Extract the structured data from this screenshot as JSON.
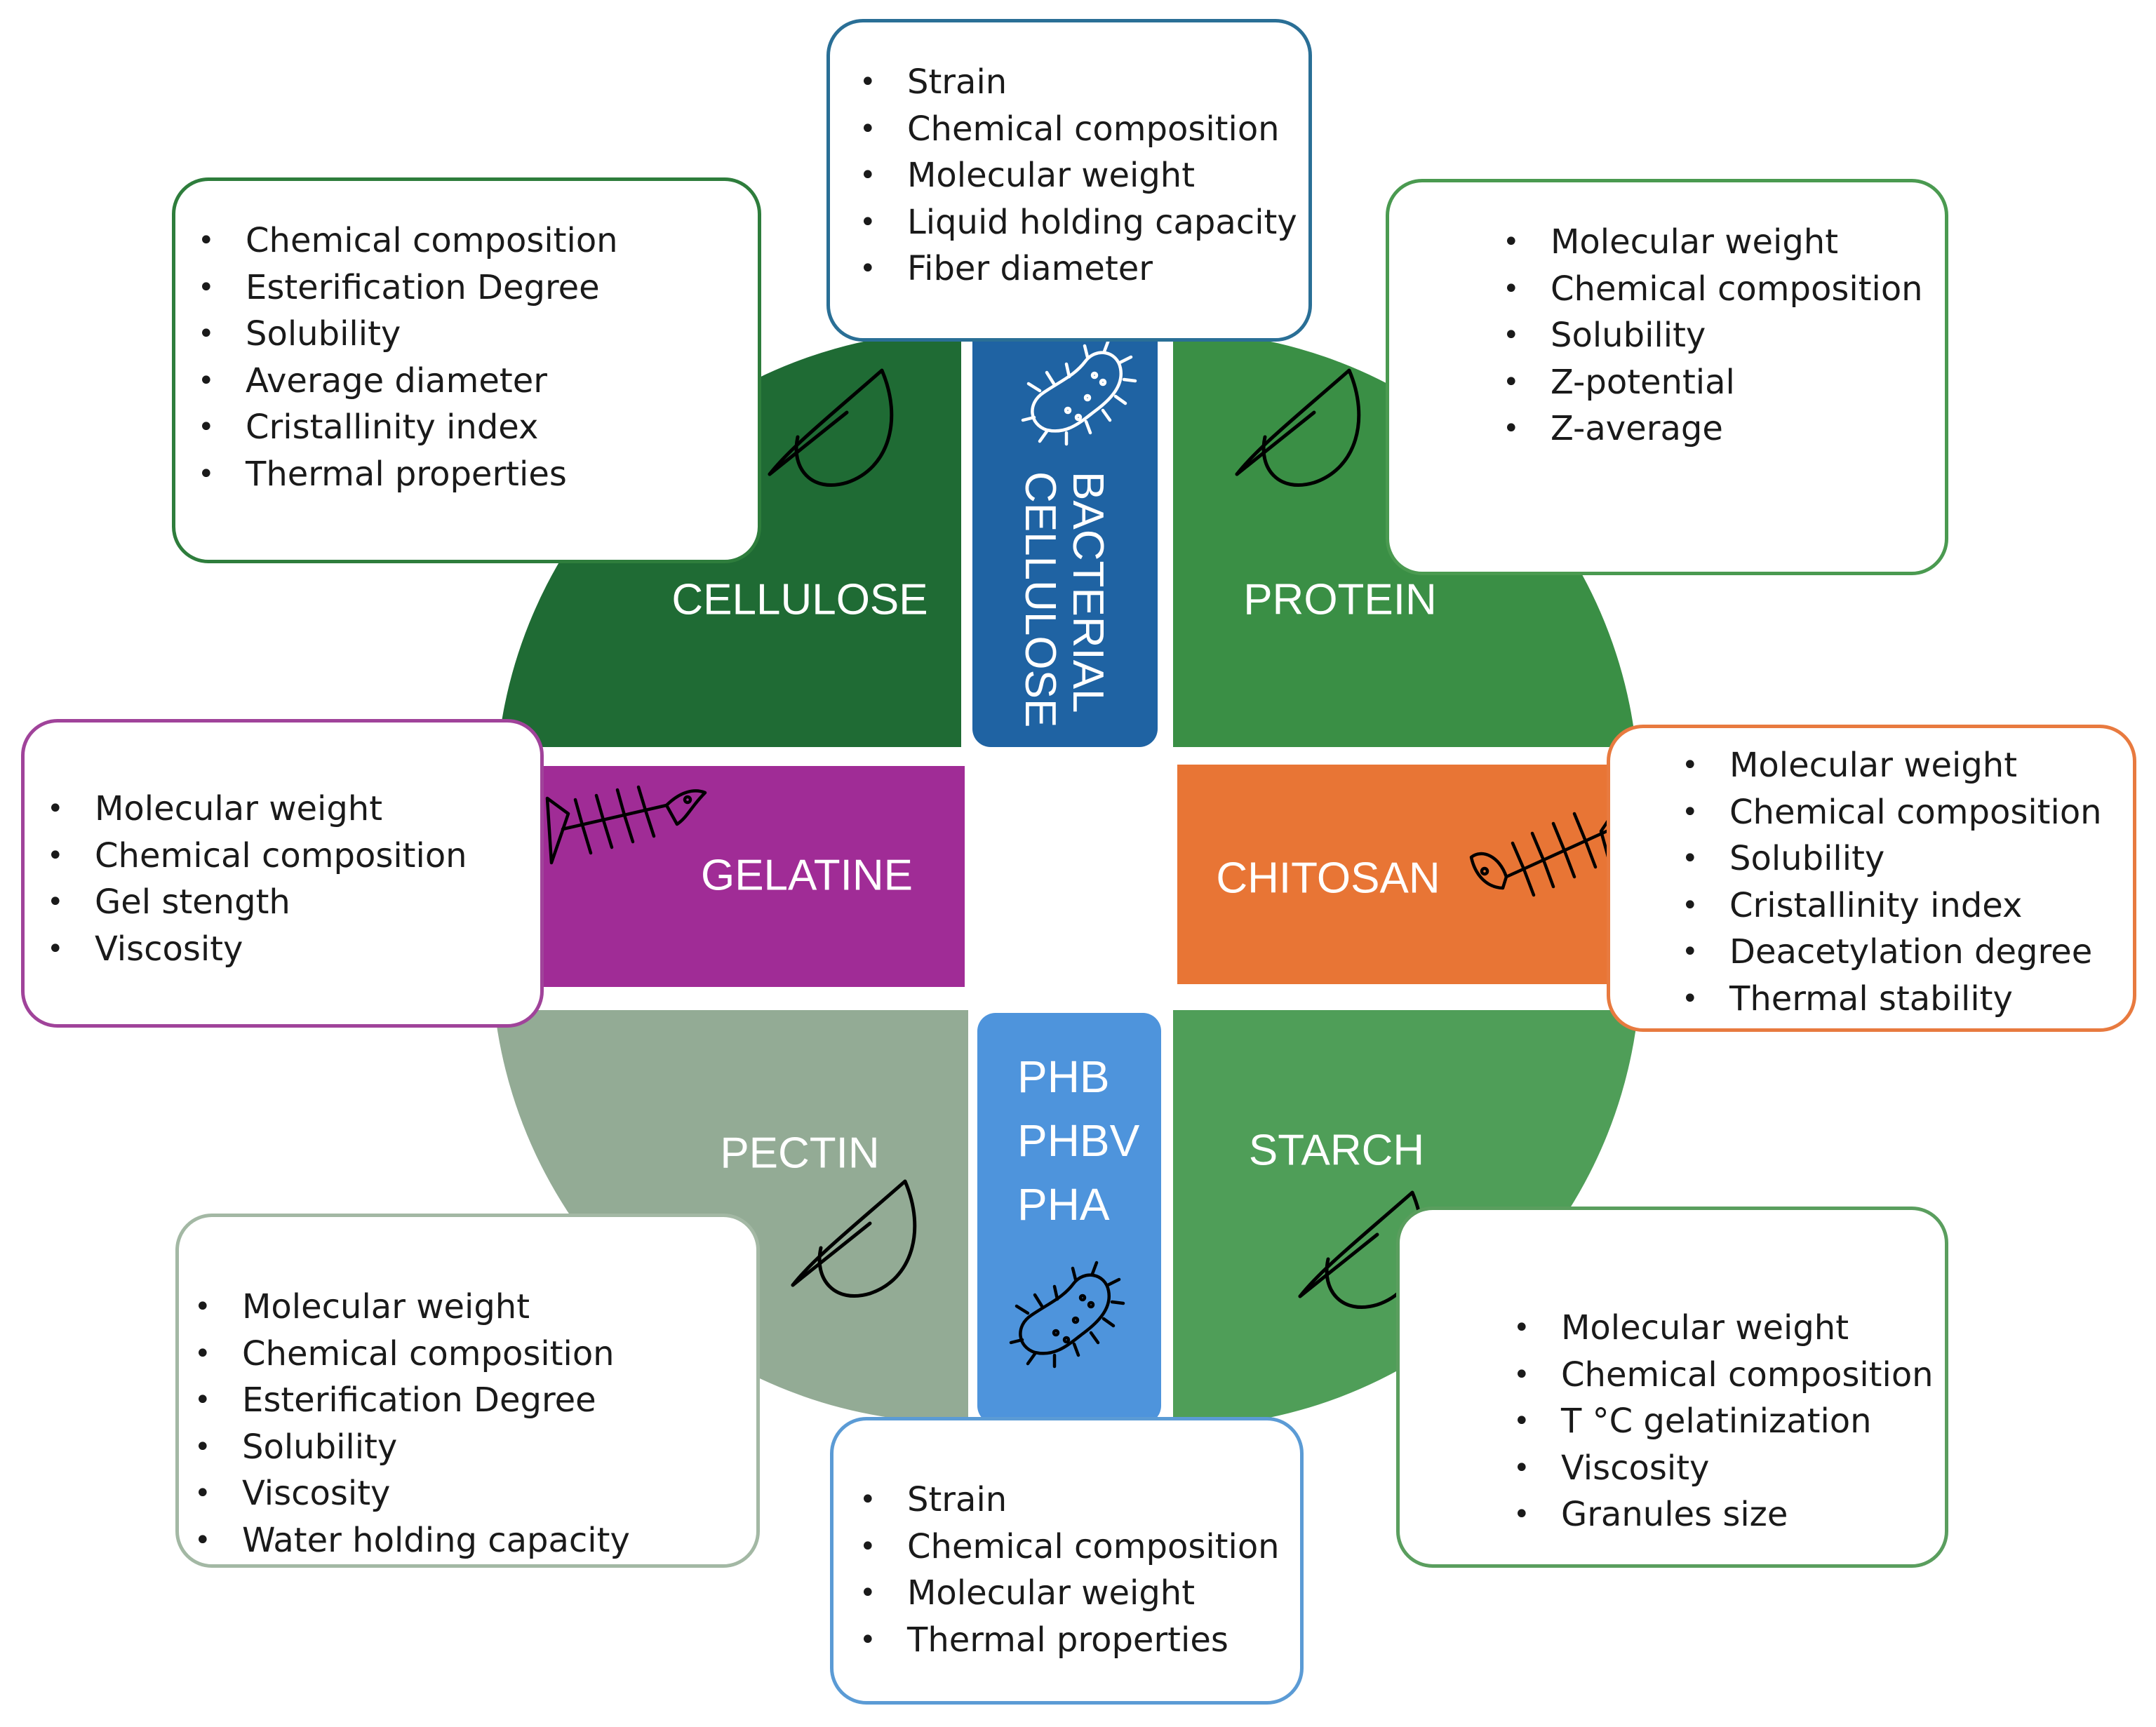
{
  "segments": {
    "cellulose": "CELLULOSE",
    "bacterial_cellulose": [
      "BACTERIAL",
      "CELLULOSE"
    ],
    "protein": "PROTEIN",
    "gelatine": "GELATINE",
    "chitosan": "CHITOSAN",
    "pectin": "PECTIN",
    "polyhydroxyalkanoates": [
      "PHB",
      "PHBV",
      "PHA"
    ],
    "starch": "STARCH"
  },
  "colors": {
    "cellulose": "#1f6b34",
    "protein": "#3a8f45",
    "starch": "#4f9e58",
    "pectin": "#93ab95",
    "gelatine": "#a02c96",
    "chitosan": "#e87535",
    "bacterial_cellulose": "#1f63a3",
    "pha": "#4e94dc",
    "box_cellulose": "#2e7d3c",
    "box_bacterial": "#2a6f96",
    "box_protein": "#4a9a50",
    "box_gelatine": "#a0439a",
    "box_chitosan": "#e87a3f",
    "box_pectin": "#a3b8a4",
    "box_pha": "#5b9bd5",
    "box_starch": "#5a9e5e"
  },
  "icons": {
    "cellulose": "leaf-icon",
    "bacterial_cellulose": "bacterium-icon",
    "protein": "leaf-icon",
    "gelatine": "fish-skeleton-icon",
    "chitosan": "fish-skeleton-icon",
    "pectin": "leaf-icon",
    "pha": "bacterium-icon",
    "starch": "leaf-icon"
  },
  "boxes": {
    "cellulose": [
      "Chemical composition",
      "Esterification Degree",
      "Solubility",
      "Average diameter",
      "Cristallinity index",
      "Thermal properties"
    ],
    "bacterial_cellulose": [
      "Strain",
      "Chemical composition",
      "Molecular weight",
      "Liquid holding capacity",
      "Fiber diameter"
    ],
    "protein": [
      "Molecular weight",
      "Chemical composition",
      "Solubility",
      "Z-potential",
      "Z-average"
    ],
    "gelatine": [
      "Molecular weight",
      "Chemical composition",
      "Gel stength",
      "Viscosity"
    ],
    "chitosan": [
      "Molecular weight",
      "Chemical composition",
      "Solubility",
      "Cristallinity index",
      "Deacetylation degree",
      "Thermal stability"
    ],
    "pectin": [
      "Molecular weight",
      "Chemical composition",
      "Esterification Degree",
      "Solubility",
      "Viscosity",
      "Water holding capacity"
    ],
    "pha": [
      "Strain",
      "Chemical composition",
      "Molecular weight",
      "Thermal properties"
    ],
    "starch": [
      "Molecular weight",
      "Chemical composition",
      "T °C gelatinization",
      "Viscosity",
      "Granules size"
    ]
  }
}
